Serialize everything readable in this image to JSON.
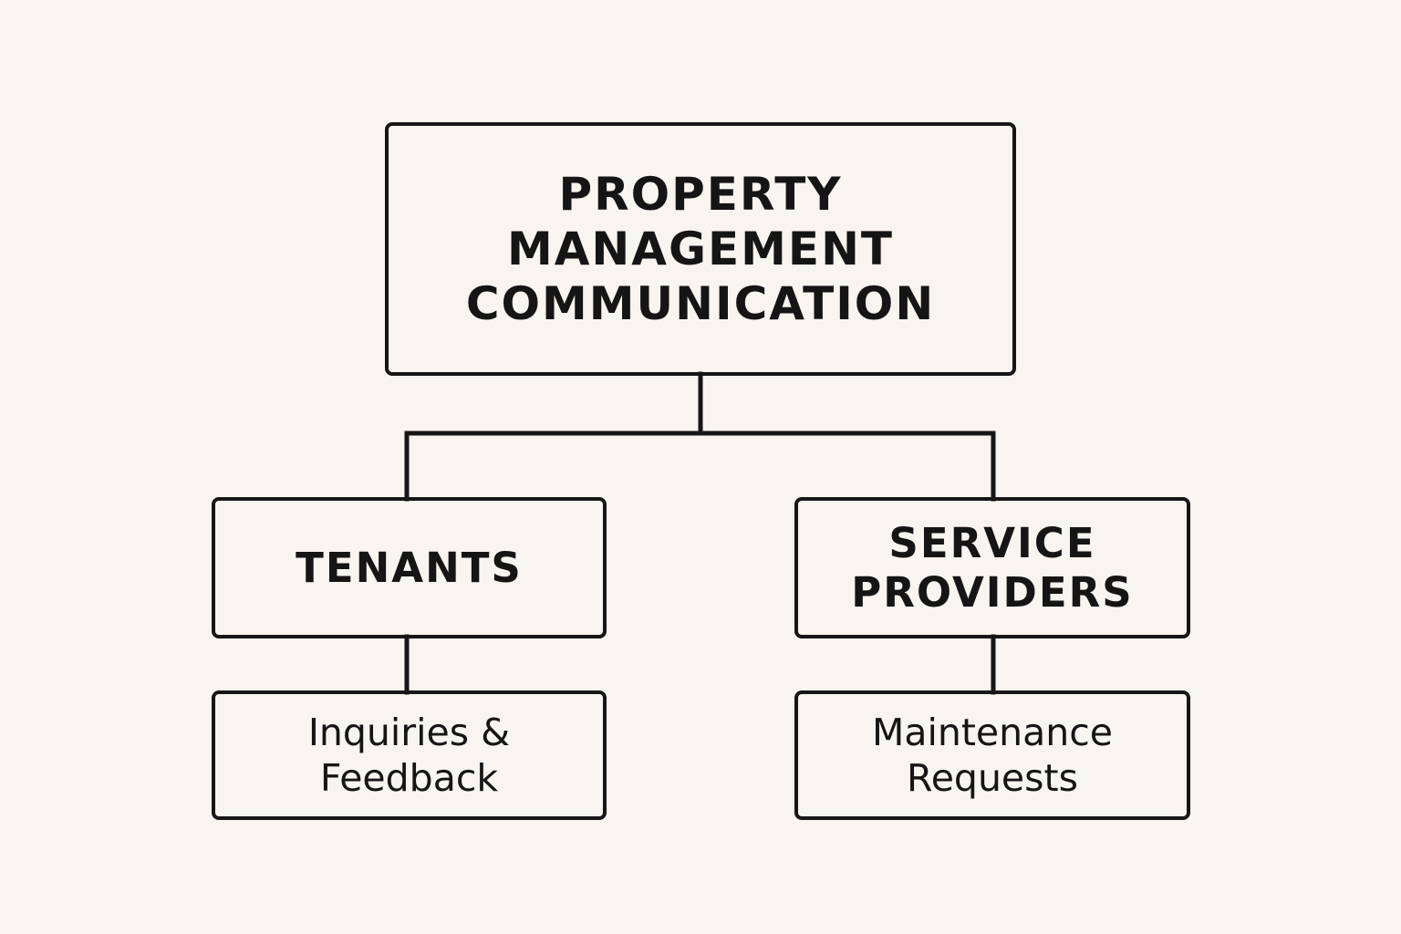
{
  "background_color": "#f8f4ef",
  "line_color": "#161616",
  "nodes": {
    "root": {
      "lines": [
        "PROPERTY",
        "MANAGEMENT",
        "COMMUNICATION"
      ]
    },
    "tenants": {
      "lines": [
        "TENANTS"
      ]
    },
    "service_providers": {
      "lines": [
        "SERVICE",
        "PROVIDERS"
      ]
    },
    "inquiries_feedback": {
      "lines": [
        "Inquiries &",
        "Feedback"
      ]
    },
    "maintenance_requests": {
      "lines": [
        "Maintenance",
        "Requests"
      ]
    }
  },
  "edges": [
    {
      "from": "root",
      "to": "tenants"
    },
    {
      "from": "root",
      "to": "service_providers"
    },
    {
      "from": "tenants",
      "to": "inquiries_feedback"
    },
    {
      "from": "service_providers",
      "to": "maintenance_requests"
    }
  ]
}
